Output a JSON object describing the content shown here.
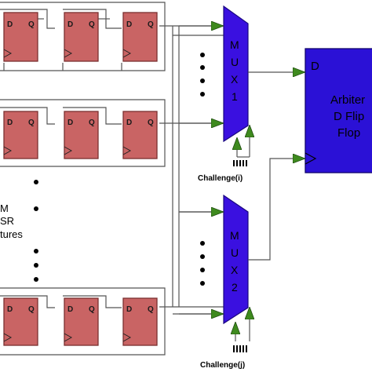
{
  "flip_flop": {
    "d_label": "D",
    "q_label": "Q"
  },
  "mux1": {
    "letters": [
      "M",
      "U",
      "X",
      "1"
    ]
  },
  "mux2": {
    "letters": [
      "M",
      "U",
      "X",
      "2"
    ]
  },
  "arbiter": {
    "d_label": "D",
    "lines": [
      "Arbiter",
      "D Flip",
      "Flop"
    ]
  },
  "challenge_i": "Challenge(i)",
  "challenge_j": "Challenge(j)",
  "side_text": [
    "M",
    "SR",
    "tures"
  ],
  "colors": {
    "ff_fill": "#c96464",
    "ff_stroke": "#7a2f2f",
    "mux_fill": "#3a10e0",
    "arrow": "#3e8a1e",
    "wire": "#555555",
    "arbiter_fill": "#2b11d6"
  }
}
